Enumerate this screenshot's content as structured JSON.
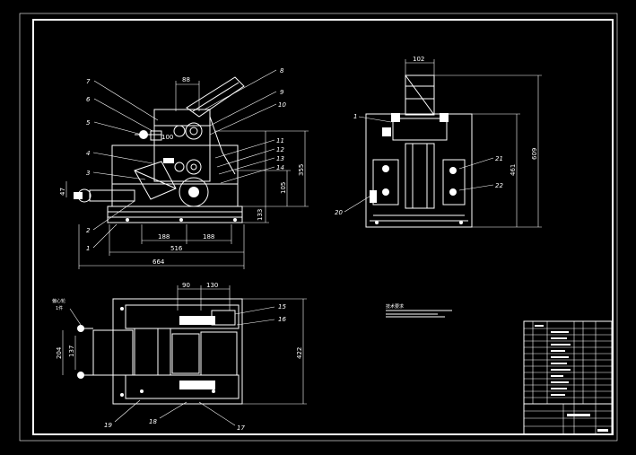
{
  "front_view": {
    "part_numbers": [
      "7",
      "6",
      "5",
      "4",
      "3",
      "2",
      "1",
      "8",
      "9",
      "10",
      "11",
      "12",
      "13",
      "14"
    ],
    "dims": {
      "d88": "88",
      "d100": "100",
      "d47": "47",
      "d188a": "188",
      "d188b": "188",
      "d516": "516",
      "d664": "664",
      "d133": "133",
      "d105": "105",
      "d355": "355"
    }
  },
  "side_view": {
    "part_numbers": [
      "1",
      "20",
      "21",
      "22"
    ],
    "dims": {
      "d102": "102",
      "d461": "461",
      "d609": "609"
    }
  },
  "top_view": {
    "part_numbers": [
      "15",
      "16",
      "17",
      "18",
      "19"
    ],
    "dims": {
      "d90": "90",
      "d130": "130",
      "d204": "204",
      "d137": "137",
      "d422": "422"
    },
    "note_line1": "偏心轮",
    "note_line2": "1件"
  },
  "tech_note": {
    "heading": "技术要求"
  }
}
